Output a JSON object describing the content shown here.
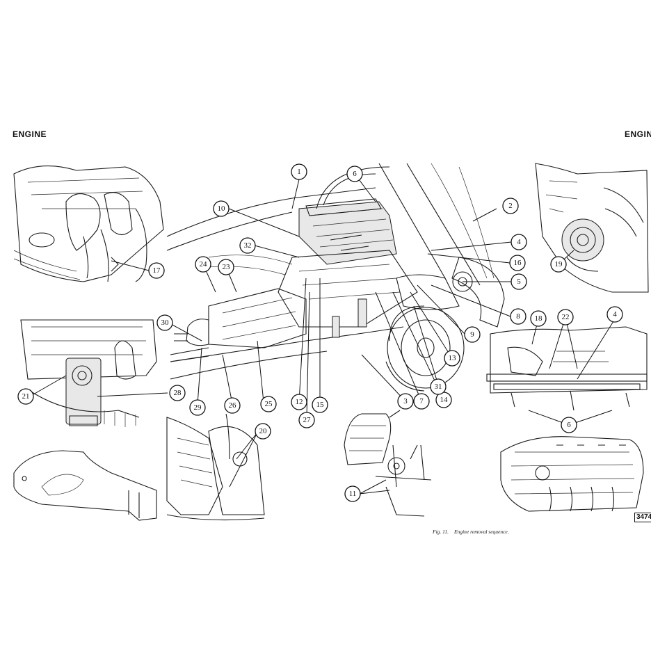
{
  "header": {
    "left": "ENGINE",
    "right": "ENGINE"
  },
  "caption": {
    "fig": "Fig. 11.",
    "text": "Engine removal sequence."
  },
  "reference_number": "3474",
  "callouts": [
    "1",
    "2",
    "3",
    "4",
    "4",
    "5",
    "6",
    "6",
    "7",
    "8",
    "9",
    "10",
    "11",
    "12",
    "13",
    "14",
    "15",
    "16",
    "17",
    "18",
    "19",
    "20",
    "21",
    "22",
    "23",
    "24",
    "25",
    "26",
    "27",
    "28",
    "29",
    "30",
    "31",
    "32"
  ]
}
